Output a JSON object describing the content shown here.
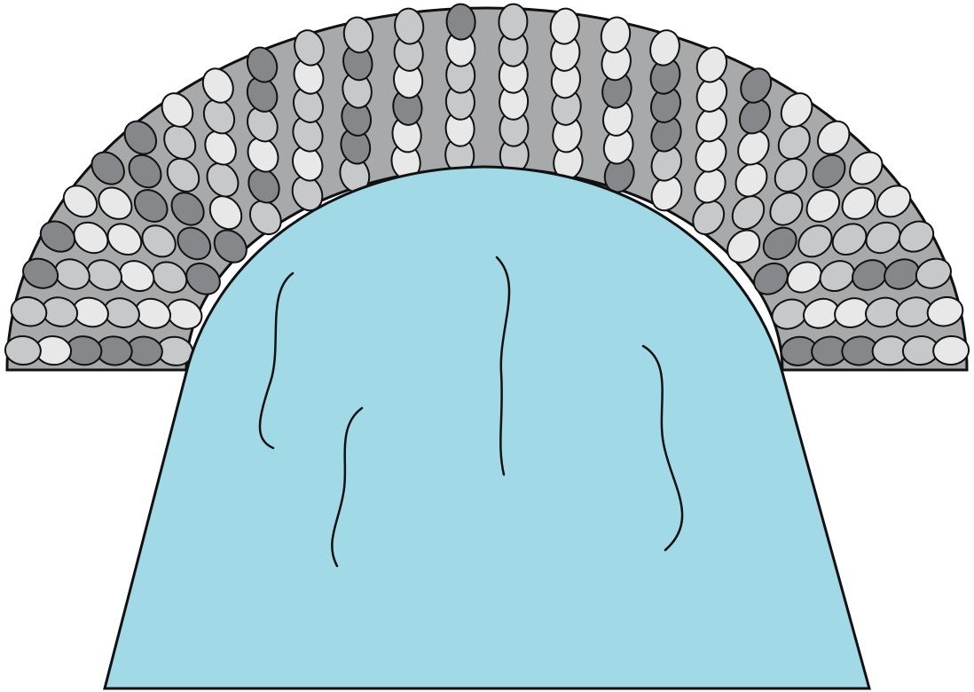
{
  "figure": {
    "colors": {
      "background": "#ffffff",
      "arch_fill": "#a8a9ab",
      "water_fill": "#a2d9e6",
      "outline": "#111111",
      "stone_light": "#e8e8e8",
      "stone_mid": "#c7c8ca",
      "stone_dark": "#86878a"
    },
    "parts": [
      "stone-arch",
      "water-body",
      "water-current-lines"
    ],
    "stones": {
      "shades": [
        "light",
        "mid",
        "dark"
      ],
      "rows": 6
    }
  }
}
